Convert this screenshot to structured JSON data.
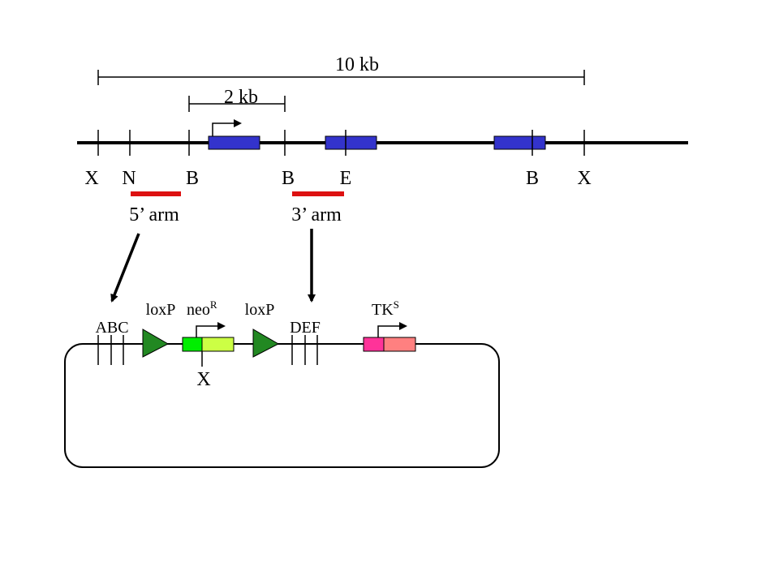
{
  "scale": {
    "large": "10 kb",
    "small": "2 kb"
  },
  "sites": [
    "X",
    "N",
    "B",
    "B",
    "E",
    "B",
    "X"
  ],
  "arms": {
    "five_prime": "5’ arm",
    "three_prime": "3’ arm"
  },
  "vector": {
    "abc": "ABC",
    "def": "DEF",
    "loxp_left": "loxP",
    "loxp_right": "loxP",
    "neo": "neo",
    "neo_sup": "R",
    "tk": "TK",
    "tk_sup": "S",
    "x_site": "X"
  },
  "colors": {
    "exon": "#3333cc",
    "homology_arm": "#dd1111",
    "loxp": "#228822",
    "neo_dark": "#00ee00",
    "neo_light": "#ccff44",
    "tk_dark": "#ff3399",
    "tk_light": "#ff8080"
  }
}
